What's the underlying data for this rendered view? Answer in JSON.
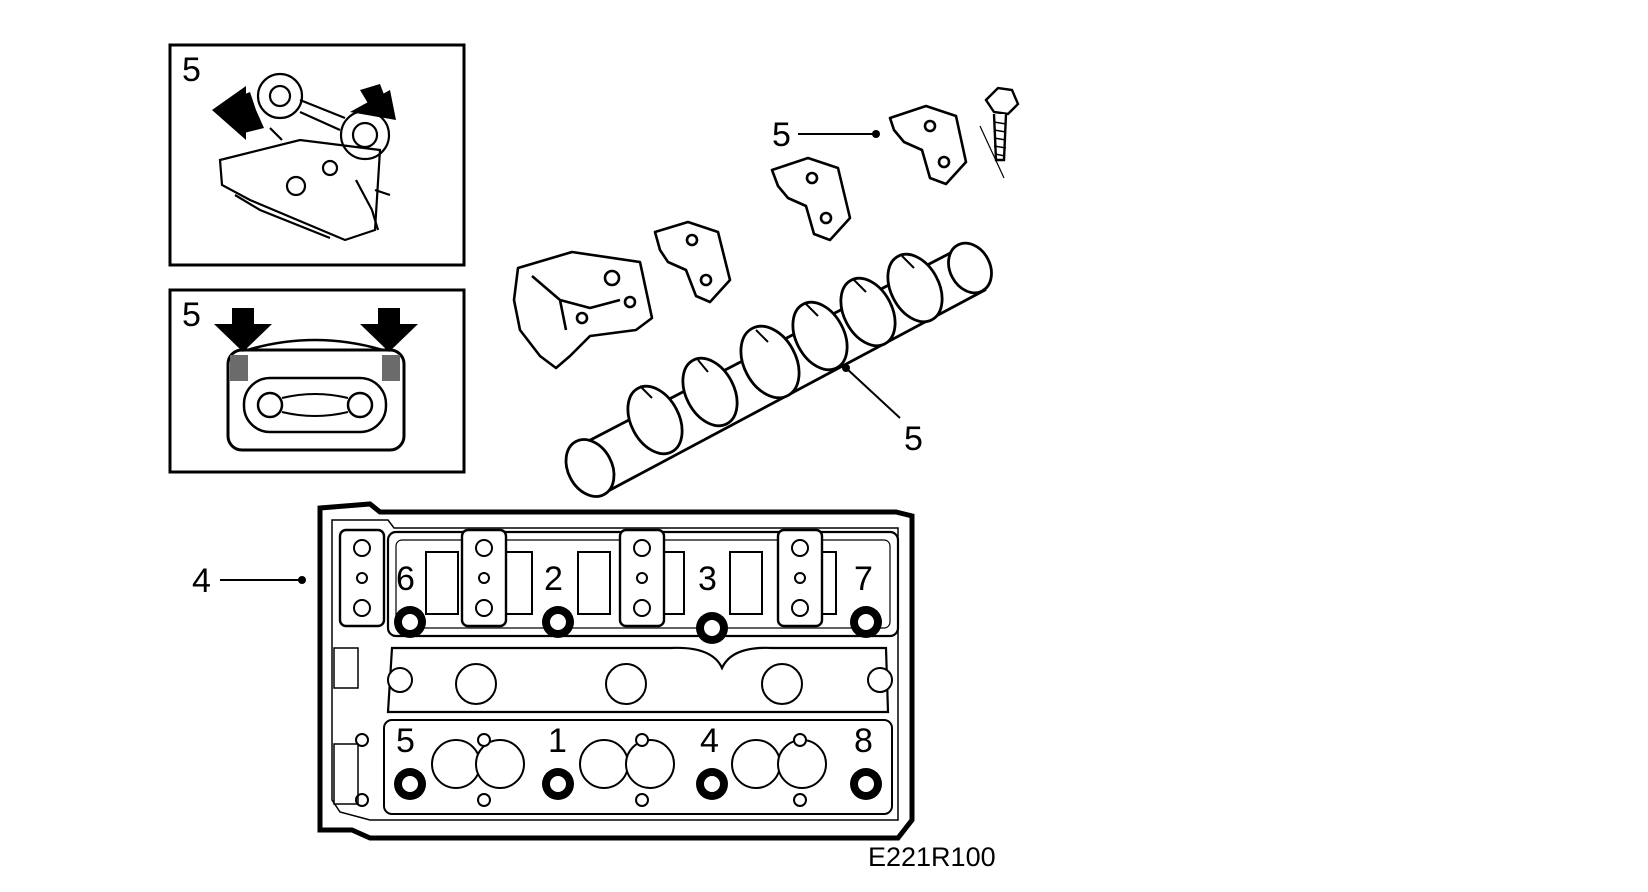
{
  "figure": {
    "code": "E221R100"
  },
  "insets": [
    {
      "label": "5"
    },
    {
      "label": "5"
    }
  ],
  "callouts": {
    "bearing_cap": "5",
    "camshaft": "5",
    "cylinder_head": "4"
  },
  "tightening_order": [
    "6",
    "2",
    "3",
    "7",
    "5",
    "1",
    "4",
    "8"
  ],
  "colors": {
    "ink": "#000000",
    "paper": "#ffffff",
    "shade": "#9a9a9a"
  }
}
